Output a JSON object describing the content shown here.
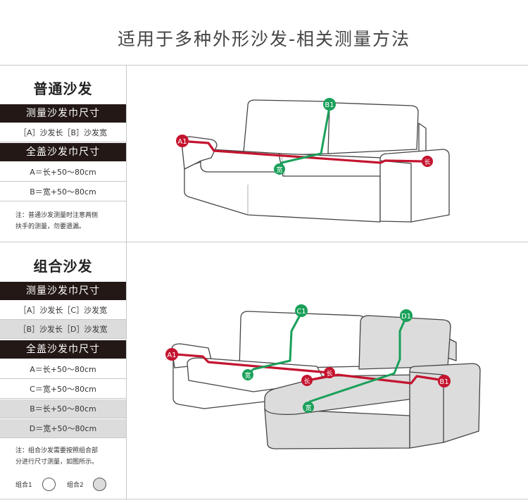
{
  "title": "适用于多种外形沙发-相关测量方法",
  "section1": {
    "title": "普通沙发",
    "bar1": "测量沙发巾尺寸",
    "row1": "［A］沙发长［B］沙发宽",
    "bar2": "全盖沙发巾尺寸",
    "row2": "A＝长+50～80cm",
    "row3": "B＝宽+50～80cm",
    "note_line1": "注：普通沙发测量时注意两侧",
    "note_line2": "扶手的测量，勿要遗漏。"
  },
  "section2": {
    "title": "组合沙发",
    "bar1": "测量沙发巾尺寸",
    "row1": "［A］沙发长［C］沙发宽",
    "row2": "［B］沙发长［D］沙发宽",
    "bar2": "全盖沙发巾尺寸",
    "row3": "A＝长+50～80cm",
    "row4": "C＝宽+50～80cm",
    "row5": "B＝长+50～80cm",
    "row6": "D＝宽+50～80cm",
    "note_line1": "注：组合沙发需要按照组合部",
    "note_line2": "分进行尺寸测量，如图所示。",
    "legend1": "组合1",
    "legend2": "组合2"
  },
  "diagram1": {
    "a1": "A1",
    "b1": "B1",
    "kuan": "宽",
    "chang": "长"
  },
  "diagram2": {
    "a1": "A1",
    "c1": "C1",
    "d1": "D1",
    "b1": "B1",
    "kuan1": "宽",
    "kuan2": "宽",
    "chang1": "长",
    "chang2": "长"
  },
  "colors": {
    "red": "#c4142f",
    "green": "#1aa05a",
    "dark": "#231815",
    "grey": "#dcdcdc"
  }
}
